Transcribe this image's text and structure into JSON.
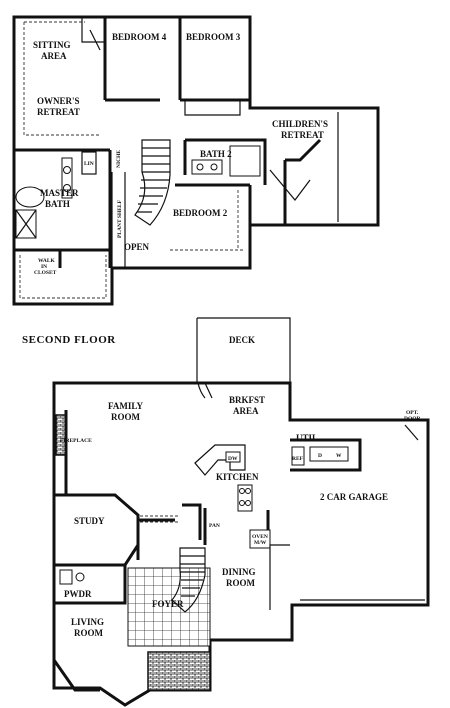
{
  "floors": {
    "second": {
      "title": "SECOND FLOOR",
      "rooms": {
        "sitting_area": [
          "SITTING",
          "AREA"
        ],
        "bedroom4": "BEDROOM 4",
        "bedroom3": "BEDROOM 3",
        "owners_retreat": [
          "OWNER'S",
          "RETREAT"
        ],
        "childrens_retreat": [
          "CHILDREN'S",
          "RETREAT"
        ],
        "bath2": "BATH 2",
        "bedroom2": "BEDROOM 2",
        "master_bath": [
          "MASTER",
          "BATH"
        ],
        "open": "OPEN",
        "walk_in_closet": [
          "WALK",
          "IN",
          "CLOSET"
        ],
        "lin": "LIN",
        "niche": "NICHE",
        "plant_shelf": "PLANT SHELF"
      }
    },
    "first": {
      "rooms": {
        "deck": "DECK",
        "family_room": [
          "FAMILY",
          "ROOM"
        ],
        "brkfst_area": [
          "BRKFST",
          "AREA"
        ],
        "fireplace": "FIREPLACE",
        "util": "UTIL",
        "opt_door": [
          "OPT.",
          "DOOR"
        ],
        "ref": "REF",
        "dw": "DW",
        "kitchen": "KITCHEN",
        "d_w": [
          "D",
          "W"
        ],
        "garage": "2 CAR GARAGE",
        "study": "STUDY",
        "pan": "PAN",
        "oven_mw": [
          "OVEN",
          "M/W"
        ],
        "dining_room": [
          "DINING",
          "ROOM"
        ],
        "pwdr": "PWDR",
        "foyer": "FOYER",
        "living_room": [
          "LIVING",
          "ROOM"
        ]
      }
    }
  },
  "colors": {
    "wall": "#111111",
    "paper": "#ffffff"
  }
}
